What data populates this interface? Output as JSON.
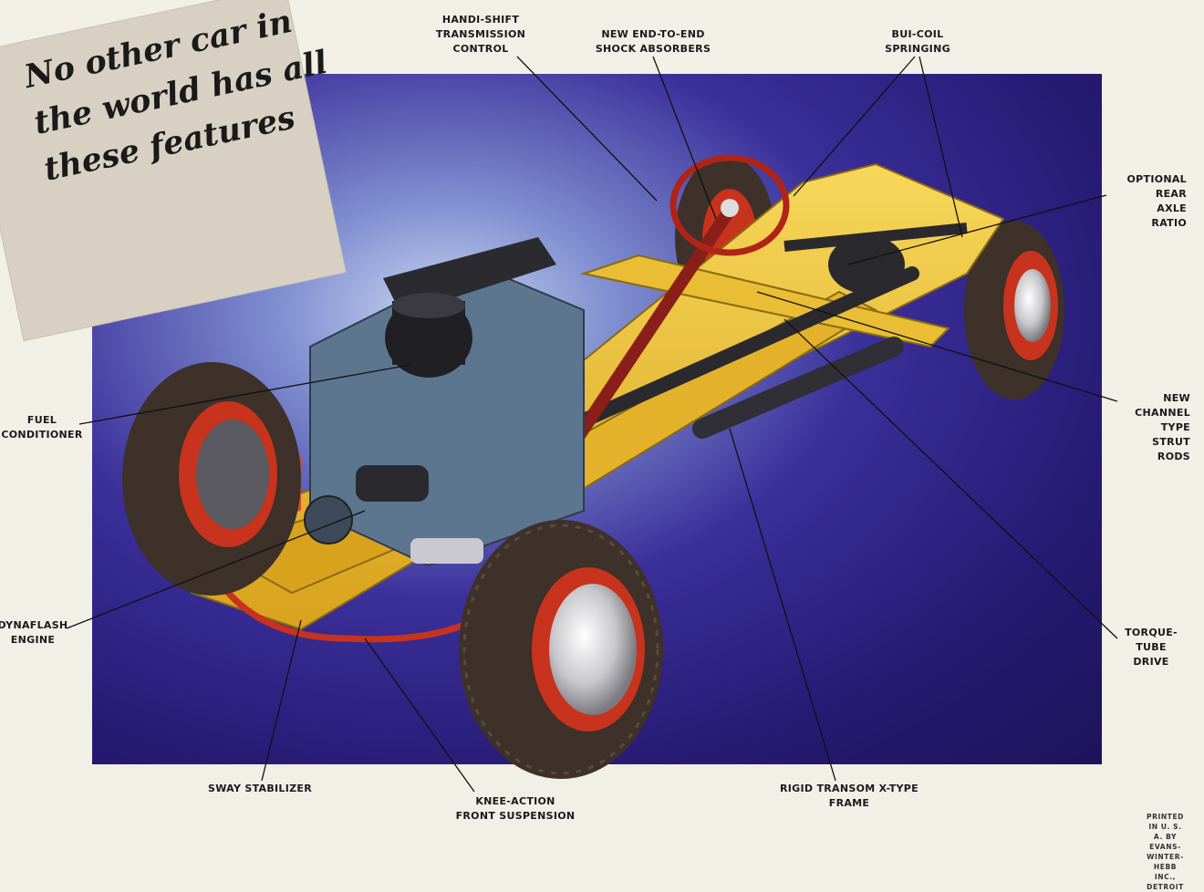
{
  "headline": {
    "lines": [
      "No other car in",
      "the world has all",
      "these features"
    ]
  },
  "callouts": [
    {
      "id": "handi-shift",
      "lines": [
        "HANDI-SHIFT",
        "TRANSMISSION",
        "CONTROL"
      ]
    },
    {
      "id": "shock-absorbers",
      "lines": [
        "NEW END-TO-END",
        "SHOCK ABSORBERS"
      ]
    },
    {
      "id": "bui-coil",
      "lines": [
        "BUI-COIL",
        "SPRINGING"
      ]
    },
    {
      "id": "rear-axle",
      "lines": [
        "OPTIONAL REAR",
        "AXLE RATIO"
      ]
    },
    {
      "id": "fuel-conditioner",
      "lines": [
        "FUEL",
        "CONDITIONER"
      ]
    },
    {
      "id": "strut-rods",
      "lines": [
        "NEW CHANNEL",
        "TYPE STRUT RODS"
      ]
    },
    {
      "id": "dynaflash",
      "lines": [
        "DYNAFLASH",
        "ENGINE"
      ]
    },
    {
      "id": "torque-tube",
      "lines": [
        "TORQUE-TUBE",
        "DRIVE"
      ]
    },
    {
      "id": "sway-stabilizer",
      "lines": [
        "SWAY STABILIZER"
      ]
    },
    {
      "id": "knee-action",
      "lines": [
        "KNEE-ACTION",
        "FRONT SUSPENSION"
      ]
    },
    {
      "id": "x-frame",
      "lines": [
        "RIGID TRANSOM X-TYPE",
        "FRAME"
      ]
    }
  ],
  "imprint": {
    "lines": [
      "PRINTED IN U. S. A. BY",
      "EVANS-WINTER-HEBB INC., DETROIT"
    ]
  },
  "colors": {
    "backdrop": "#2a1f7e",
    "frame": "#e8b927",
    "wheel_rim": "#c8331d",
    "tire": "#4a3a30",
    "engine": "#5d7690",
    "card": "#d9d0c4"
  }
}
